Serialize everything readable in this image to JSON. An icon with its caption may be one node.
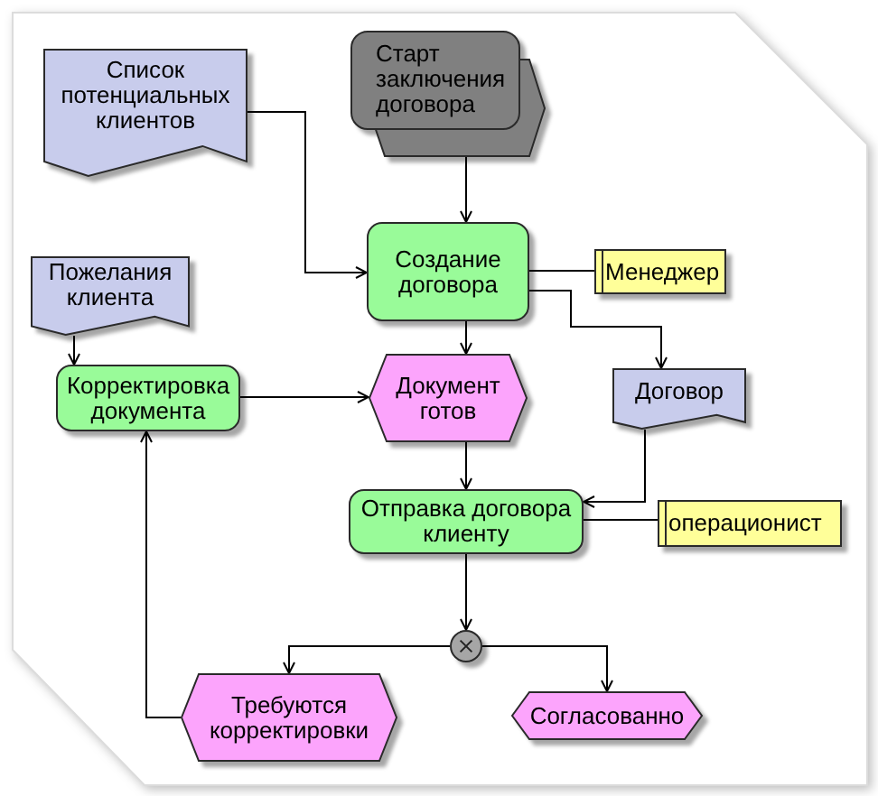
{
  "diagram": {
    "nodes": [
      {
        "text": [
          "Список потенциальных клиентов"
        ]
      },
      {
        "text": [
          "Старт заключения договора"
        ]
      },
      {
        "text": [
          "Создание договора"
        ]
      },
      {
        "text": [
          "Менеджер"
        ]
      },
      {
        "text": [
          "Пожелания клиента"
        ]
      },
      {
        "text": [
          "Корректировка документа"
        ]
      },
      {
        "text": [
          "Документ готов"
        ]
      },
      {
        "text": [
          "Договор"
        ]
      },
      {
        "text": [
          "Отправка договора клиенту"
        ]
      },
      {
        "text": [
          "операционист"
        ]
      },
      {
        "text": [],
        "shape": "circle"
      },
      {
        "text": [
          "Требуются корректировки"
        ]
      },
      {
        "text": [
          "Согласованно"
        ]
      }
    ],
    "edges": [
      {
        "from": 0,
        "to": 2,
        "arrow": "to"
      },
      {
        "from": 1,
        "to": 2,
        "arrow": "to"
      },
      {
        "from": 2,
        "to": 3,
        "arrow": "none"
      },
      {
        "from": 2,
        "to": 6,
        "arrow": "to"
      },
      {
        "from": 2,
        "to": 7,
        "arrow": "to"
      },
      {
        "from": 4,
        "to": 5,
        "arrow": "to"
      },
      {
        "from": 5,
        "to": 6,
        "arrow": "to"
      },
      {
        "from": 6,
        "to": 8,
        "arrow": "to"
      },
      {
        "from": 7,
        "to": 8,
        "arrow": "to"
      },
      {
        "from": 8,
        "to": 9,
        "arrow": "none"
      },
      {
        "from": 8,
        "to": 10,
        "arrow": "to"
      },
      {
        "from": 10,
        "to": 11,
        "arrow": "to"
      },
      {
        "from": 10,
        "to": 12,
        "arrow": "to"
      },
      {
        "from": 11,
        "to": 5,
        "arrow": "to"
      }
    ]
  }
}
